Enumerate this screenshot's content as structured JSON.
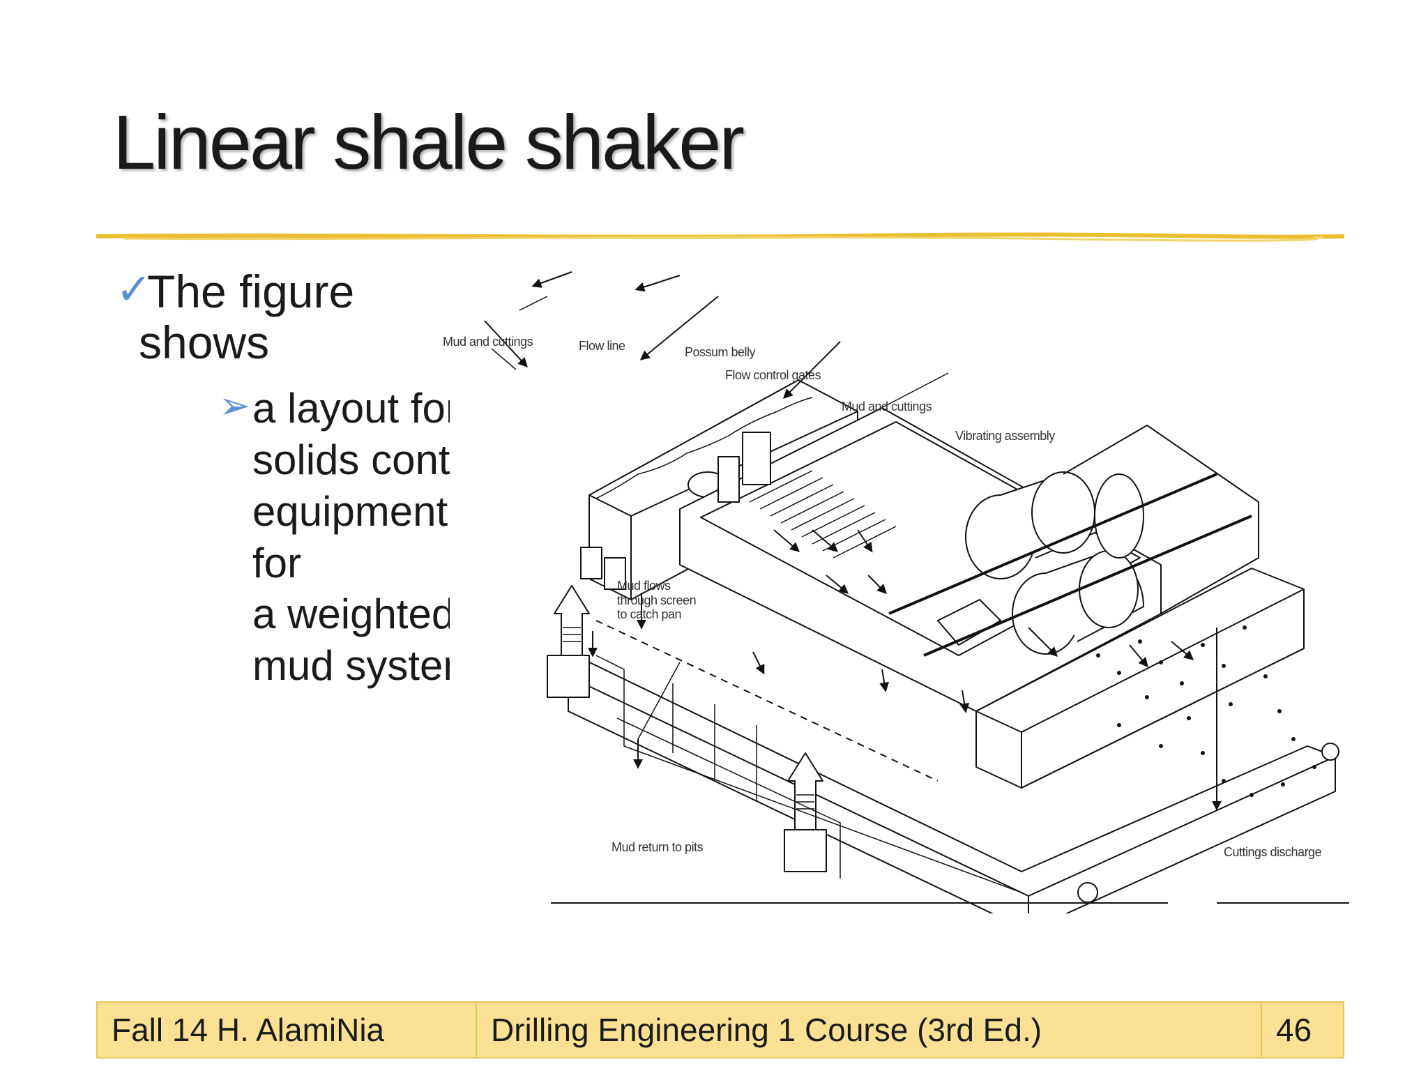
{
  "slide": {
    "title": "Linear shale shaker",
    "bullet1_line1": "The figure",
    "bullet1_line2": "shows",
    "bullet2_lines": [
      "a layout for",
      "solids control",
      "equipment",
      "for",
      "a weighted",
      "mud system."
    ]
  },
  "figure": {
    "labels": {
      "mud_and_cuttings_top": "Mud and cuttings",
      "flow_line": "Flow line",
      "possum_belly": "Possum belly",
      "flow_control_gates": "Flow control gates",
      "mud_and_cuttings_mid": "Mud and cuttings",
      "vibrating_assembly": "Vibrating assembly",
      "mud_flows_1": "Mud flows",
      "mud_flows_2": "through screen",
      "mud_flows_3": "to catch pan",
      "mud_return": "Mud return to pits",
      "cuttings_discharge": "Cuttings discharge"
    }
  },
  "footer": {
    "left": "Fall 14 H. AlamiNia",
    "center": "Drilling Engineering 1 Course (3rd Ed.)",
    "page": "46"
  },
  "colors": {
    "accent_yellow": "#fbe194",
    "rule_gold": "#e9bf2f",
    "bullet_blue": "#5a8fd0"
  }
}
